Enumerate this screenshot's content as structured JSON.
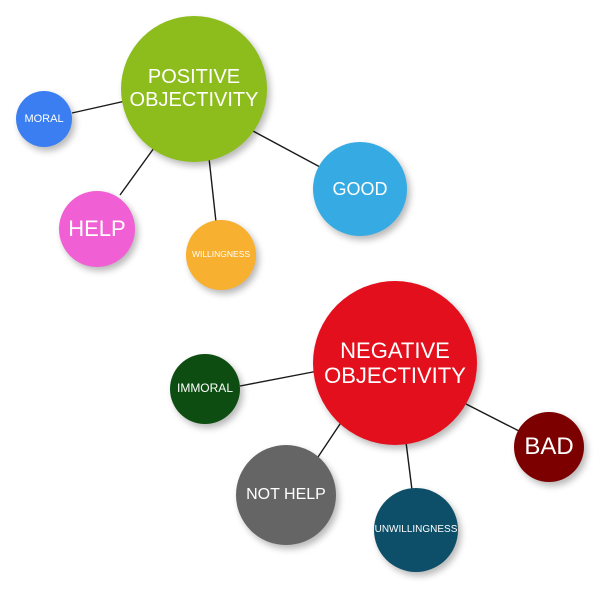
{
  "diagram": {
    "nodes": {
      "positive": {
        "label": "POSITIVE\nOBJECTIVITY",
        "color": "#8cbd1c"
      },
      "moral": {
        "label": "MORAL",
        "color": "#3a7ef2"
      },
      "help": {
        "label": "HELP",
        "color": "#f05fd3"
      },
      "willingness": {
        "label": "WILLINGNESS",
        "color": "#f7b030"
      },
      "good": {
        "label": "GOOD",
        "color": "#35aae3"
      },
      "negative": {
        "label": "NEGATIVE\nOBJECTIVITY",
        "color": "#e40f1c"
      },
      "immoral": {
        "label": "IMMORAL",
        "color": "#0e4d12"
      },
      "not_help": {
        "label": "NOT HELP",
        "color": "#656565"
      },
      "unwillingness": {
        "label": "UNWILLINGNESS",
        "color": "#0d4e68"
      },
      "bad": {
        "label": "BAD",
        "color": "#7d0000"
      }
    },
    "edges": [
      [
        "positive",
        "moral"
      ],
      [
        "positive",
        "help"
      ],
      [
        "positive",
        "willingness"
      ],
      [
        "positive",
        "good"
      ],
      [
        "negative",
        "immoral"
      ],
      [
        "negative",
        "not_help"
      ],
      [
        "negative",
        "unwillingness"
      ],
      [
        "negative",
        "bad"
      ]
    ]
  }
}
